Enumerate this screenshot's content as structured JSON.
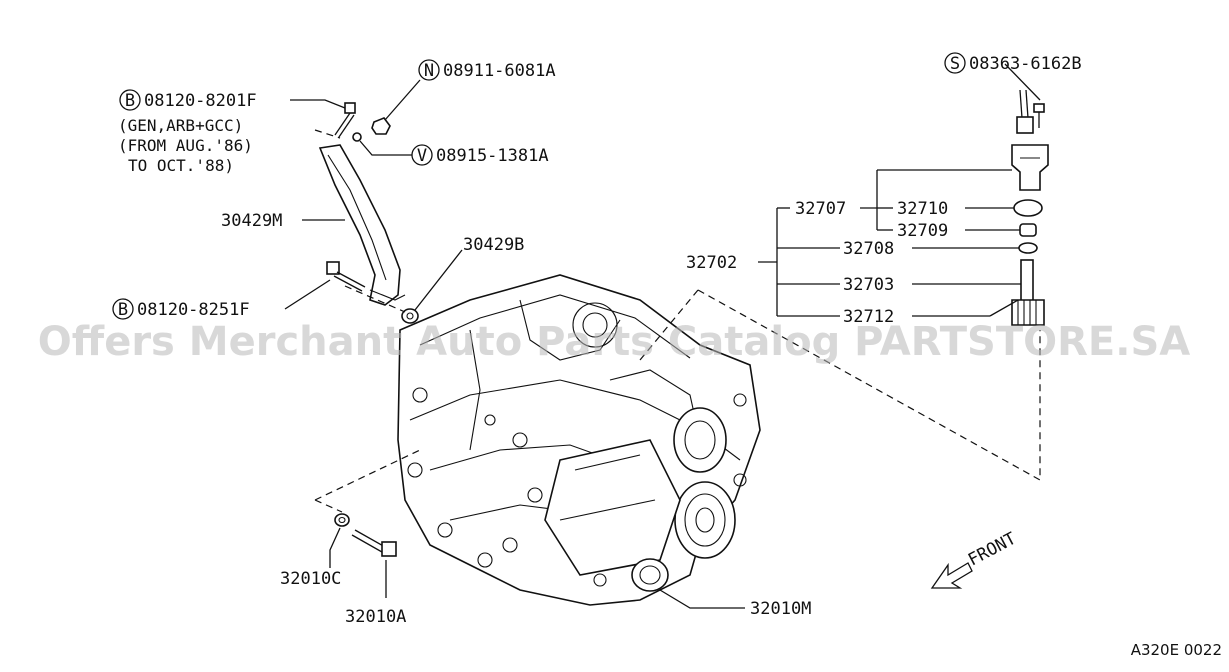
{
  "labels": {
    "bolt_top": "08120-8201F",
    "nut_top": "08911-6081A",
    "washer_top": "08915-1381A",
    "bracket": "30429M",
    "washer_bracket": "30429B",
    "bolt_bracket": "08120-8251F",
    "screw_right": "08363-6162B",
    "speedo_assy": "32702",
    "sleeve": "32707",
    "ring_32710": "32710",
    "seal_32709": "32709",
    "oring_32708": "32708",
    "gear_32703": "32703",
    "pin_32712": "32712",
    "washer_drain": "32010C",
    "plug_drain": "32010A",
    "case": "32010M",
    "front": "FRONT"
  },
  "badges": {
    "bolt_top": "B",
    "nut_top": "N",
    "washer_top": "V",
    "bolt_bracket": "B",
    "screw_right": "S"
  },
  "notes": {
    "line1": "(GEN,ARB+GCC)",
    "line2": "(FROM AUG.'86)",
    "line3": "TO OCT.'88)"
  },
  "watermark": "Offers Merchant Auto Parts Catalog PARTSTORE.SA",
  "diagram_code": "A320E 0022"
}
